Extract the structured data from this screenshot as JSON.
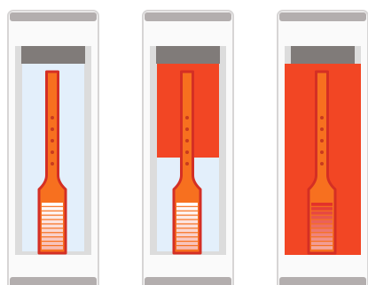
{
  "colors": {
    "background": "#ffffff",
    "frame_border": "#d7d5d5",
    "frame_fill": "#fafafa",
    "cap": "#b3aeae",
    "inner_wall": "#dcdcdc",
    "top_block": "#807b79",
    "light_fill": "#e3effb",
    "hot_fill": "#f24624",
    "tube_border": "#d42f24",
    "tube_fill": "#f7701f",
    "tube_dot": "#c93a1e",
    "bulb_stripe_light": "#ffffff",
    "bulb_stripe_pink": "#f7bcb3",
    "bulb_stripe_red": "#e3322a"
  },
  "panels": [
    {
      "id": "panel-1",
      "hot_fill_level": 0.0,
      "bulb_state": "light"
    },
    {
      "id": "panel-2",
      "hot_fill_level": 0.5,
      "bulb_state": "light"
    },
    {
      "id": "panel-3",
      "hot_fill_level": 1.0,
      "bulb_state": "red"
    }
  ],
  "dots_per_tube": 5,
  "stripes_per_bulb": 11
}
